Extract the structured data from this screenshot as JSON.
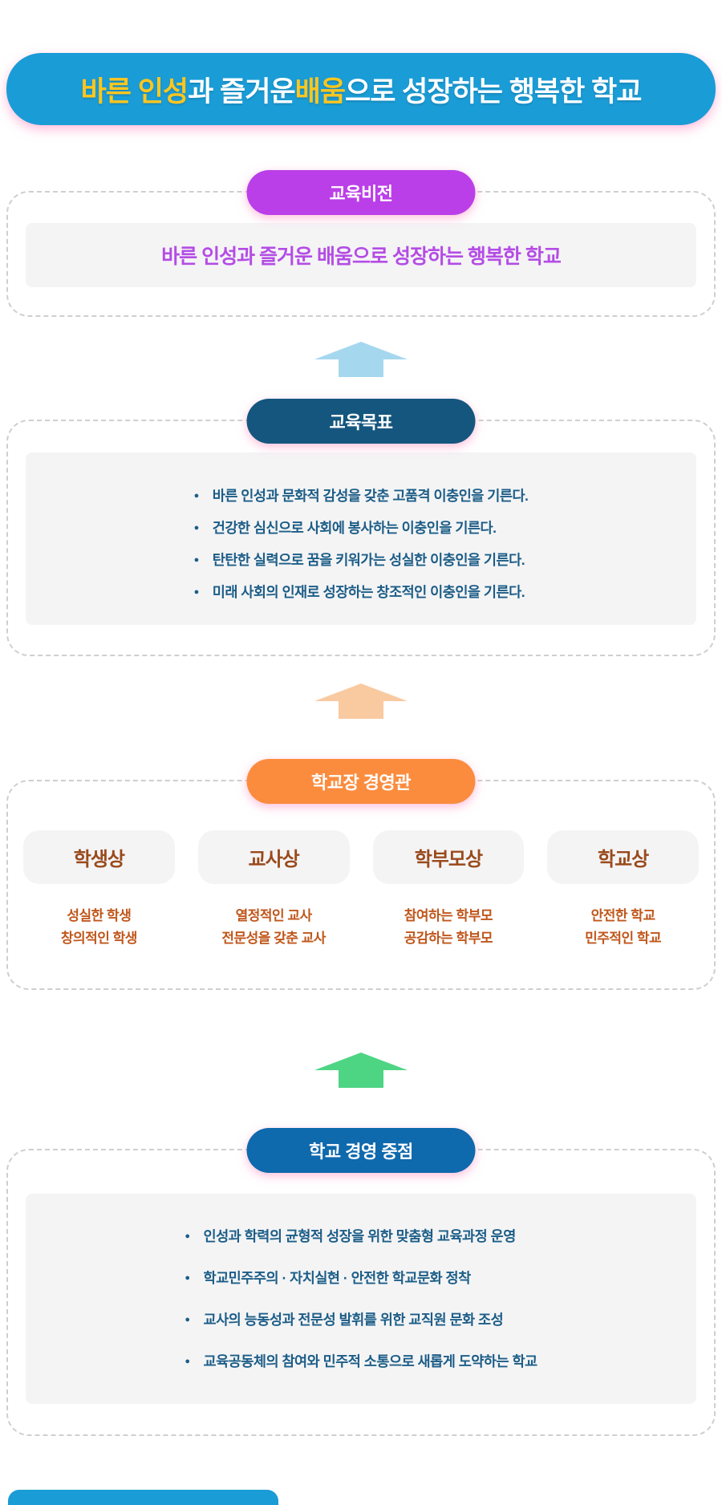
{
  "header": {
    "parts": [
      {
        "text": "바른 인성",
        "color": "#ffc61e"
      },
      {
        "text": "과 즐거운 ",
        "color": "#ffffff"
      },
      {
        "text": "배움",
        "color": "#ffc61e"
      },
      {
        "text": "으로 성장하는 행복한 학교",
        "color": "#ffffff"
      }
    ],
    "bg_color": "#1a9cd6"
  },
  "vision": {
    "badge": "교육비전",
    "badge_color": "#bb3fe8",
    "text": "바른 인성과 즐거운 배움으로 성장하는 행복한 학교",
    "text_color": "#b44ce5"
  },
  "goals": {
    "badge": "교육목표",
    "badge_color": "#15567e",
    "bullet": "●",
    "text_color": "#1c5d87",
    "items": [
      "바른 인성과 문화적 감성을 갖춘 고품격 이충인을 기른다.",
      "건강한 심신으로 사회에 봉사하는 이충인을 기른다.",
      "탄탄한 실력으로 꿈을 키워가는 성실한 이충인을 기른다.",
      "미래 사회의 인재로 성장하는 창조적인 이충인을 기른다."
    ]
  },
  "principal": {
    "badge": "학교장 경영관",
    "badge_color": "#fb8c3e",
    "title_color": "#9a4a1c",
    "line_color": "#c0571c",
    "cards": [
      {
        "title": "학생상",
        "lines": [
          "성실한 학생",
          "창의적인 학생"
        ]
      },
      {
        "title": "교사상",
        "lines": [
          "열정적인 교사",
          "전문성을 갖춘 교사"
        ]
      },
      {
        "title": "학부모상",
        "lines": [
          "참여하는 학부모",
          "공감하는 학부모"
        ]
      },
      {
        "title": "학교상",
        "lines": [
          "안전한 학교",
          "민주적인 학교"
        ]
      }
    ]
  },
  "management": {
    "badge": "학교 경영 중점",
    "badge_color": "#0f69ad",
    "bullet": "●",
    "text_color": "#1c5d87",
    "items": [
      "인성과 학력의 균형적 성장을 위한 맞춤형 교육과정 운영",
      "학교민주주의 · 자치실현 · 안전한 학교문화 정착",
      "교사의 능동성과 전문성 발휘를 위한 교직원 문화 조성",
      "교육공동체의 참여와 민주적 소통으로 새롭게 도약하는 학교"
    ]
  },
  "arrows": [
    {
      "name": "arrow-to-vision",
      "color": "#a5d7ef"
    },
    {
      "name": "arrow-to-goals",
      "color": "#f9c9a0"
    },
    {
      "name": "arrow-to-principal",
      "color": "#4ed584"
    }
  ]
}
